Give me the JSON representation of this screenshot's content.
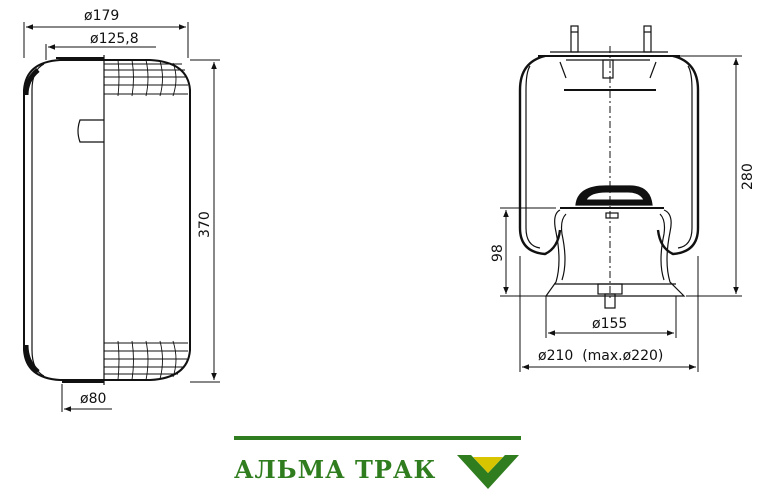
{
  "left_view": {
    "dim_outer_diameter": "ø179",
    "dim_top_plate": "ø125,8",
    "dim_height": "370",
    "dim_bottom_plate": "ø80"
  },
  "right_view": {
    "dim_height": "280",
    "dim_piston_height": "98",
    "dim_piston_diameter": "ø155",
    "dim_bellow_diameter": "ø210  (max.ø220)"
  },
  "brand": {
    "name": "АЛЬМА ТРАК",
    "color": "#2f7d1e",
    "accent": "#d9c400",
    "logo_icon": "chevron-down-icon"
  }
}
